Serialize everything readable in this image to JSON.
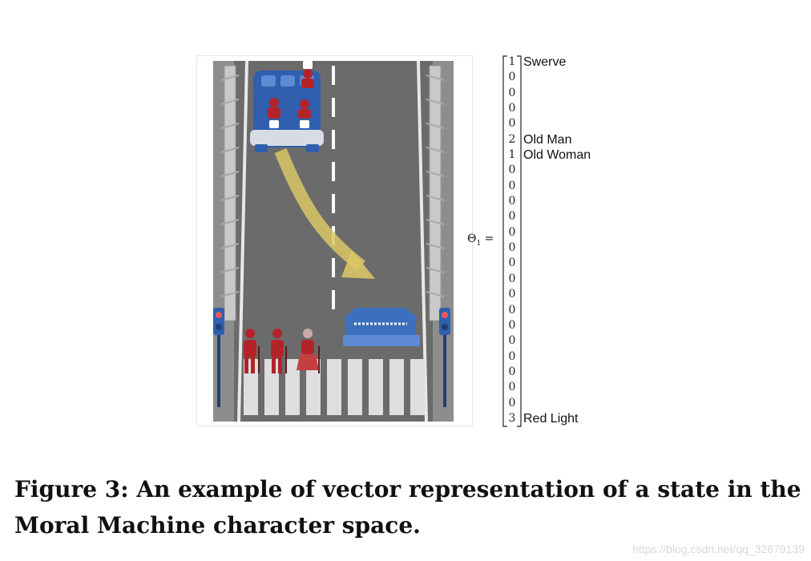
{
  "figure": {
    "theta_symbol": "Θ",
    "theta_subscript": "1",
    "equals": "=",
    "vector": [
      "1",
      "0",
      "0",
      "0",
      "0",
      "2",
      "1",
      "0",
      "0",
      "0",
      "0",
      "0",
      "0",
      "0",
      "0",
      "0",
      "0",
      "0",
      "0",
      "0",
      "0",
      "0",
      "0",
      "3"
    ],
    "annotations": [
      {
        "index": 0,
        "text": "Swerve"
      },
      {
        "index": 5,
        "text": "Old Man"
      },
      {
        "index": 6,
        "text": "Old Woman"
      },
      {
        "index": 23,
        "text": "Red Light"
      }
    ],
    "caption": "Figure 3: An example of vector representation of a state in the Moral Machine character space."
  },
  "watermark": "https://blog.csdn.net/qq_32679139",
  "colors": {
    "road": "#6a6a6a",
    "car_blue": "#2f5fae",
    "pedestrian_red": "#b3242a",
    "arrow_yellow": "#d9c766"
  }
}
